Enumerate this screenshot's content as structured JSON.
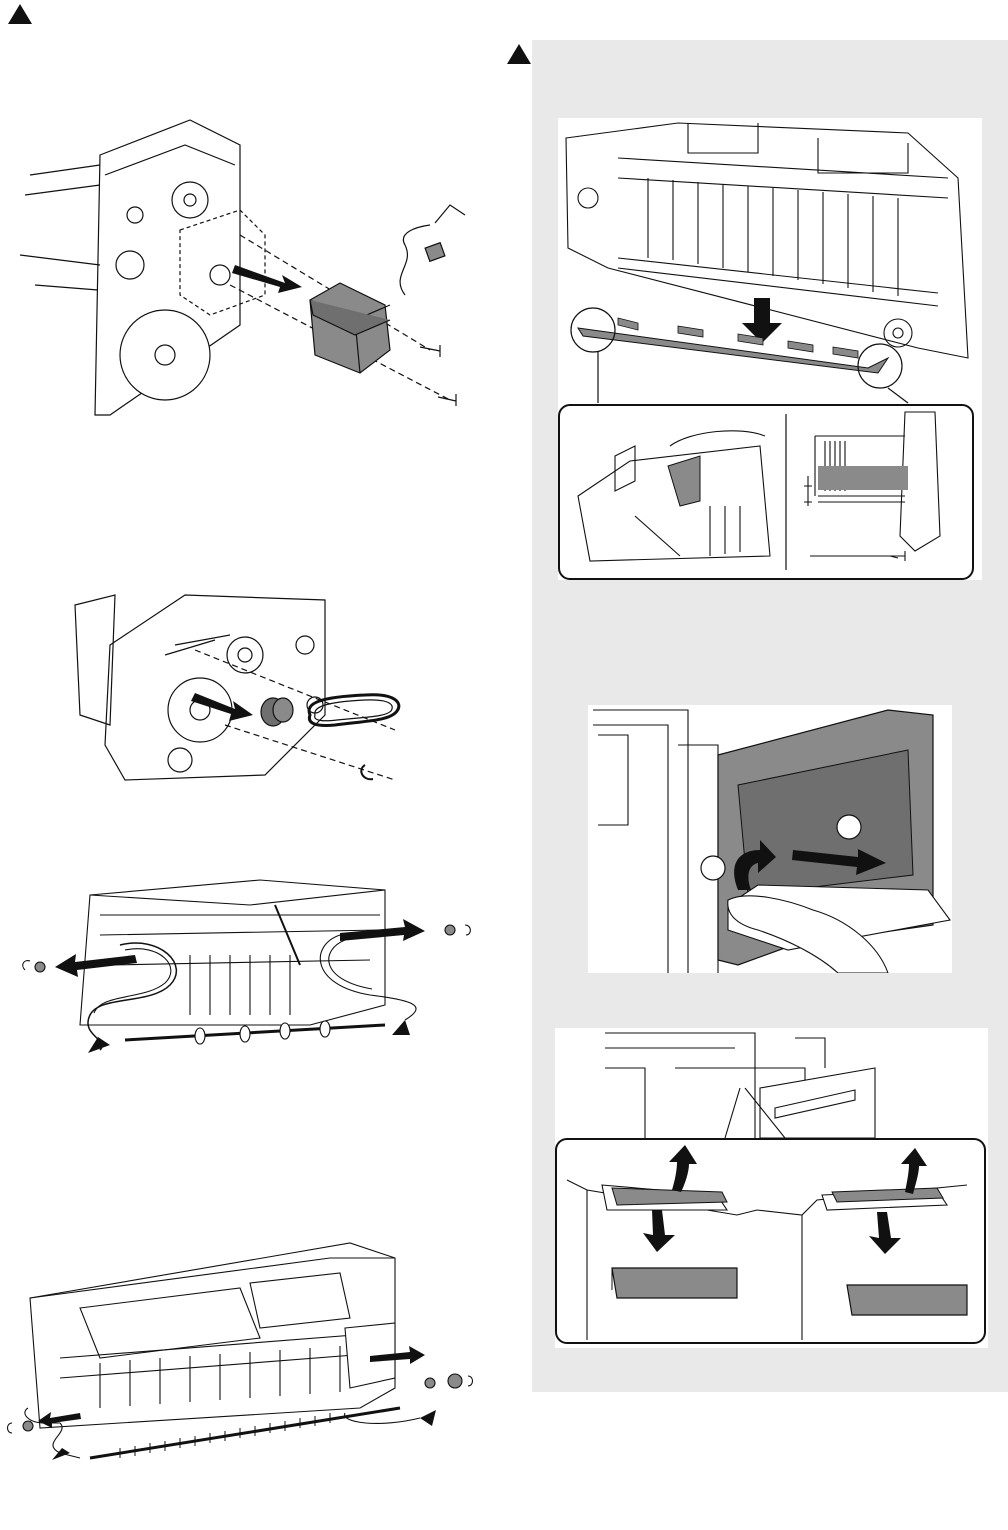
{
  "page": {
    "warning_icon": "warning-triangle-icon",
    "colors": {
      "panel": "#e9e9e9",
      "ink": "#111111",
      "part_fill": "#8a8a8a",
      "part_fill_dark": "#6f6f6f"
    }
  },
  "left_column": {
    "figures": [
      {
        "icon": "motor-removal-illustration"
      },
      {
        "icon": "belt-pulley-removal-illustration"
      },
      {
        "icon": "roller-removal-illustration"
      },
      {
        "icon": "long-roller-removal-illustration"
      }
    ]
  },
  "right_column": {
    "figures": [
      {
        "icon": "sheet-installation-illustration"
      },
      {
        "icon": "side-door-open-illustration",
        "callouts": [
          "",
          ""
        ]
      },
      {
        "icon": "pad-installation-illustration"
      }
    ]
  }
}
